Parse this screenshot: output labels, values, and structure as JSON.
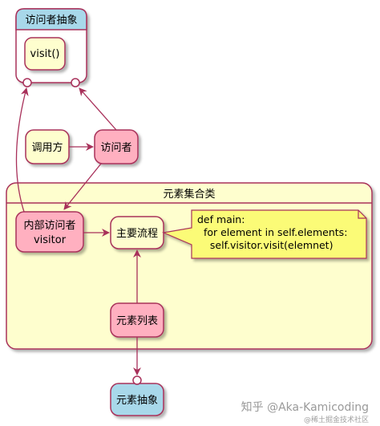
{
  "colors": {
    "pink": "#ffb0c0",
    "cream": "#fefece",
    "blue": "#a8d8ea",
    "border": "#a8305a",
    "note_fill": "#fbfb77",
    "arrow": "#a8305a"
  },
  "diagram": {
    "visitor_interface": {
      "title": "访问者抽象",
      "method": "visit()"
    },
    "caller": "调用方",
    "visitor": "访问者",
    "element_collection": {
      "title": "元素集合类",
      "inner_visitor_line1": "内部访问者",
      "inner_visitor_line2": "visitor",
      "main_flow": "主要流程",
      "element_list": "元素列表"
    },
    "note": {
      "line1": "def main:",
      "line2": "  for element in self.elements:",
      "line3": "    self.visitor.visit(elemnet)"
    },
    "element_abstract": "元素抽象"
  },
  "watermark": {
    "line1": "知乎 @Aka-Kamicoding",
    "line2": "@稀土掘金技术社区"
  }
}
